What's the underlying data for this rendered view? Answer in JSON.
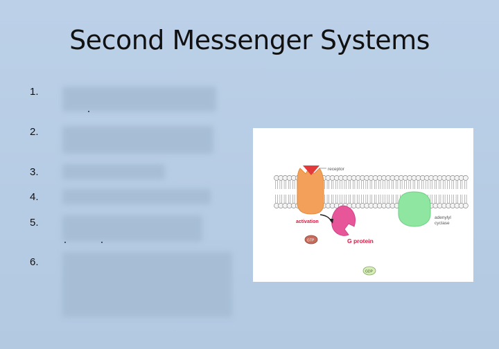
{
  "slide": {
    "title": "Second Messenger Systems",
    "list_numbers": [
      "1.",
      "2.",
      "3.",
      "4.",
      "5.",
      "6."
    ]
  },
  "figure": {
    "labels": {
      "receptor": "receptor",
      "activation": "activation",
      "g_protein": "G protein",
      "adenylyl": "adenylyl",
      "cyclase": "cyclase",
      "gtp": "GTP",
      "gdp": "GDP"
    },
    "colors": {
      "receptor": "#f2a05a",
      "ligand": "#e23a3a",
      "g_protein": "#e8569a",
      "adenylyl_cyclase": "#8ee6a0",
      "activation_text": "#d8173f"
    }
  }
}
